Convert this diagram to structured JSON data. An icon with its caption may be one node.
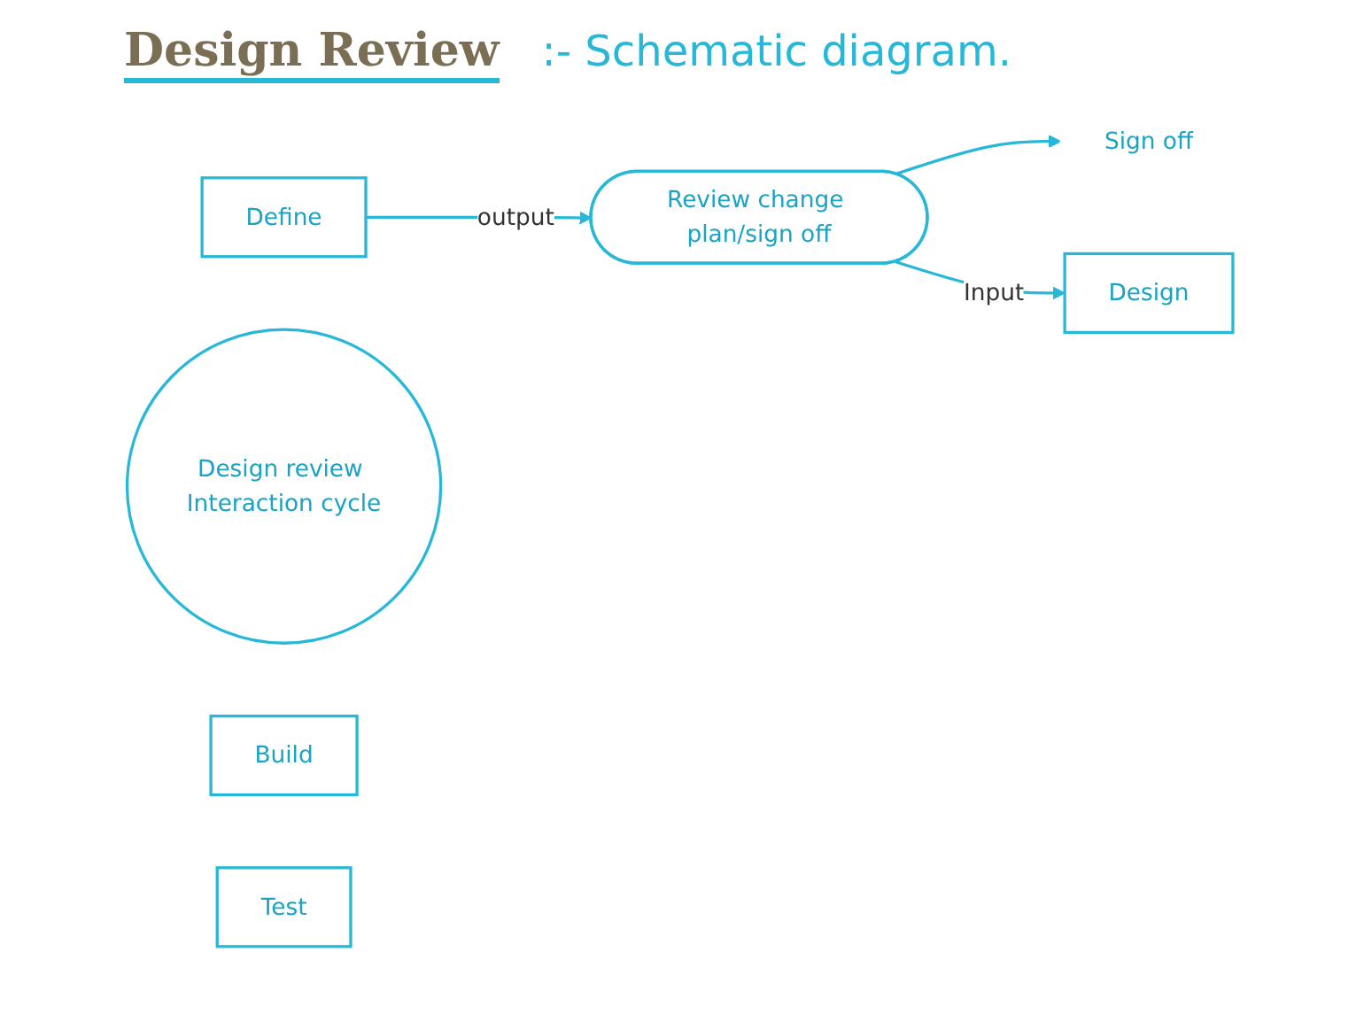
{
  "diagram": {
    "title": "Design Review",
    "nodes": [
      {
        "text": [
          "Define"
        ]
      },
      {
        "text": [
          "Review change plan/sign off"
        ]
      },
      {
        "text": [
          "Sign off"
        ]
      },
      {
        "text": [
          "Design"
        ]
      },
      {
        "text": [
          "Design review Interaction cycle"
        ]
      },
      {
        "text": [
          "Build"
        ]
      },
      {
        "text": [
          "Test"
        ]
      }
    ],
    "edges": [
      {
        "from": 0,
        "to": 1,
        "arrow": "to",
        "label": "output"
      },
      {
        "from": 1,
        "to": 2,
        "arrow": "to"
      },
      {
        "from": 1,
        "to": 3,
        "arrow": "to",
        "label": "Input"
      }
    ],
    "labels": [
      ":- Schematic diagram."
    ]
  }
}
